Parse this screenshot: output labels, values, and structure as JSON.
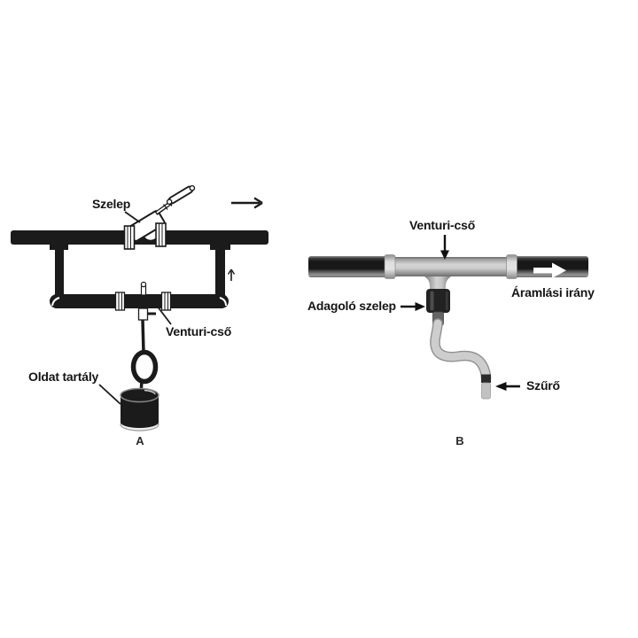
{
  "figure": {
    "panel_a": {
      "caption": "A",
      "labels": {
        "valve": "Szelep",
        "venturi": "Venturi-cső",
        "tank": "Oldat tartály"
      }
    },
    "panel_b": {
      "caption": "B",
      "labels": {
        "venturi": "Venturi-cső",
        "flow_direction": "Áramlási irány",
        "dosing_valve": "Adagoló szelep",
        "filter": "Szűrő"
      }
    },
    "colors": {
      "ink": "#1b1b1b",
      "pipe_dark": "#181818",
      "pipe_light": "#cfcfcf",
      "tube_gray": "#c9c9c9",
      "background": "#ffffff"
    }
  }
}
